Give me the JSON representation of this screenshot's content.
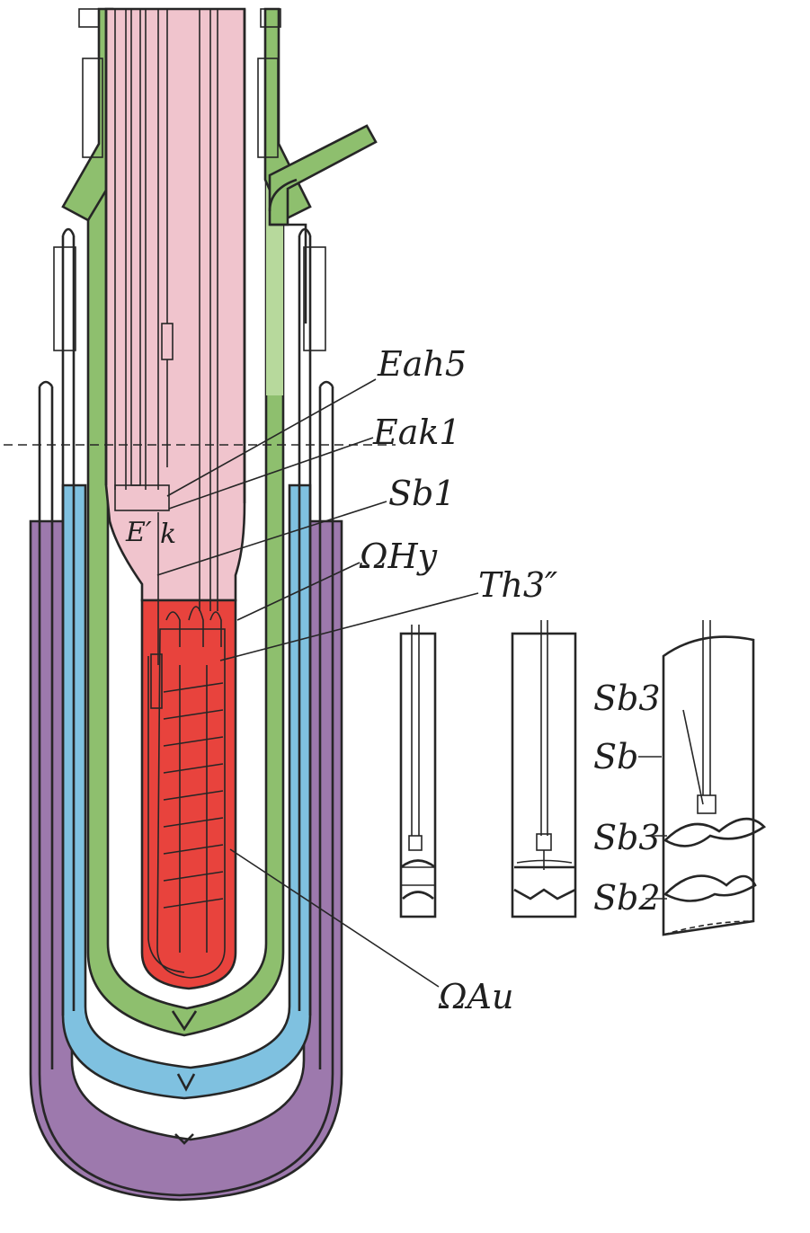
{
  "colors": {
    "outer_bath": "#9d79ad",
    "second_bath": "#7fc1e0",
    "green_jacket": "#8ebf6e",
    "green_light": "#b7d99c",
    "inner_pink": "#f0c4cd",
    "red_chamber": "#e8433d",
    "ink": "#262626",
    "paper": "#ffffff"
  },
  "labels": {
    "eah5": "Eah5",
    "eak1": "Eak1",
    "sb1": "Sb1",
    "nh1": "ΩHy",
    "th3": "Th3″",
    "nau": "ΩAu",
    "sb3": "Sb3",
    "sb": "Sb",
    "sb3b": "Sb3",
    "sb2": "Sb2",
    "e_prime": "E′",
    "k": "k"
  },
  "icons": {
    "left_apparatus": "cryostat-vessel-icon",
    "insert_a": "stirrer-insert-icon",
    "insert_b": "stirrer-insert-icon",
    "insert_c": "stirrer-perspective-icon"
  }
}
